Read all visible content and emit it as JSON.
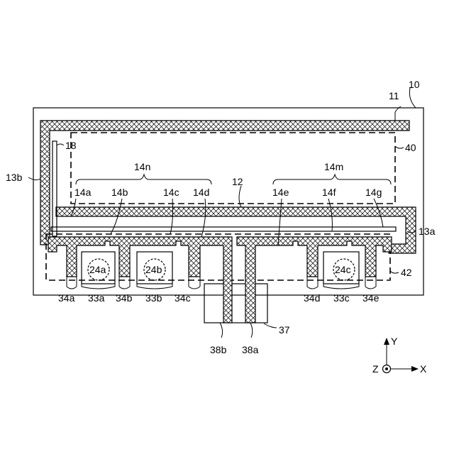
{
  "labels": {
    "ref_10": "10",
    "ref_11": "11",
    "ref_12": "12",
    "ref_13a": "13a",
    "ref_13b": "13b",
    "ref_14n": "14n",
    "ref_14m": "14m",
    "ref_14a": "14a",
    "ref_14b": "14b",
    "ref_14c": "14c",
    "ref_14d": "14d",
    "ref_14e": "14e",
    "ref_14f": "14f",
    "ref_14g": "14g",
    "ref_18": "18",
    "ref_40": "40",
    "ref_42": "42",
    "ref_24a": "24a",
    "ref_24b": "24b",
    "ref_24c": "24c",
    "ref_34a": "34a",
    "ref_33a": "33a",
    "ref_34b": "34b",
    "ref_33b": "33b",
    "ref_34c": "34c",
    "ref_34d": "34d",
    "ref_33c": "33c",
    "ref_34e": "34e",
    "ref_37": "37",
    "ref_38a": "38a",
    "ref_38b": "38b"
  },
  "axes": {
    "y": "Y",
    "z": "Z",
    "x": "X"
  }
}
